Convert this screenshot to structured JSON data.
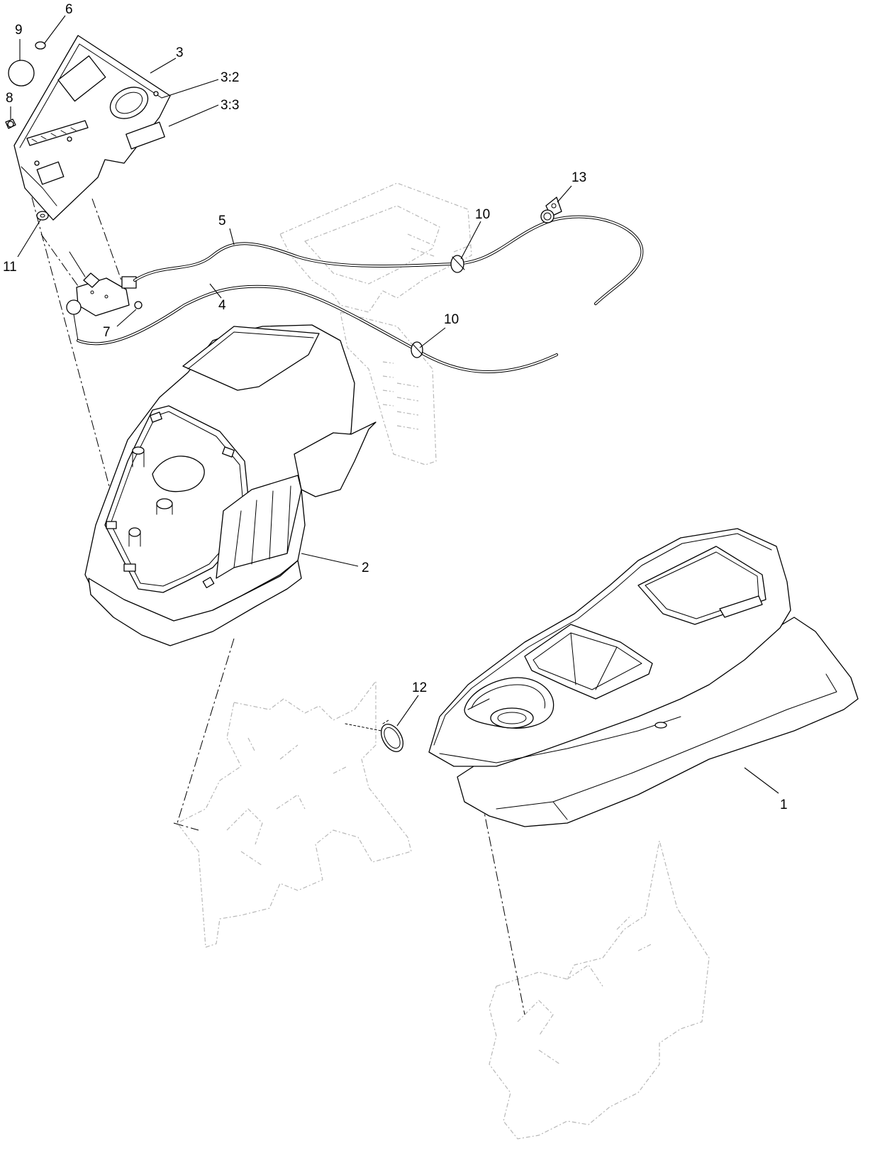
{
  "callouts": {
    "c1": "1",
    "c2": "2",
    "c3": "3",
    "c3_2": "3:2",
    "c3_3": "3:3",
    "c4": "4",
    "c5": "5",
    "c6": "6",
    "c7": "7",
    "c8": "8",
    "c9": "9",
    "c10a": "10",
    "c10b": "10",
    "c11": "11",
    "c12": "12",
    "c13": "13"
  },
  "colors": {
    "line": "#000000",
    "ghost_line": "#b7b7b7",
    "background": "#ffffff"
  }
}
